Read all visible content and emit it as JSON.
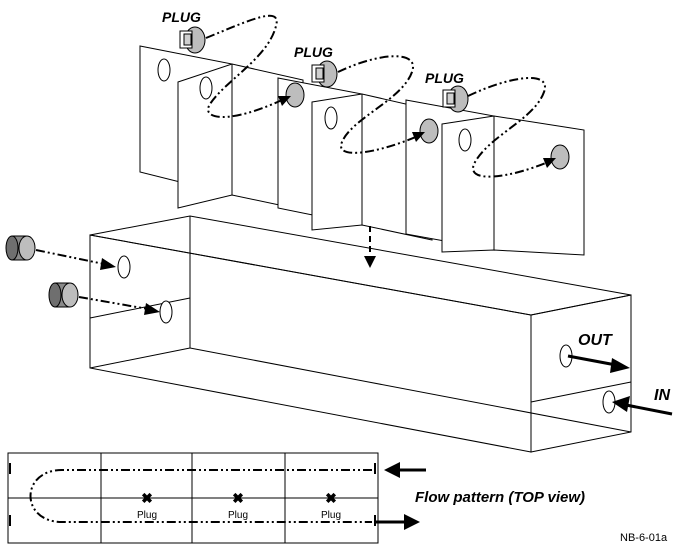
{
  "labels": {
    "plug_1": "PLUG",
    "plug_2": "PLUG",
    "plug_3": "PLUG",
    "out": "OUT",
    "in": "IN",
    "flow_pattern": "Flow pattern (TOP view)",
    "figure_code": "NB-6-01a"
  },
  "top_view": {
    "plug_labels": [
      "Plug",
      "Plug",
      "Plug"
    ]
  },
  "colors": {
    "line": "#000000",
    "plug_fill": "#bdbdbd",
    "plug_dark": "#8a8a8a",
    "panel_fill": "#ffffff"
  }
}
